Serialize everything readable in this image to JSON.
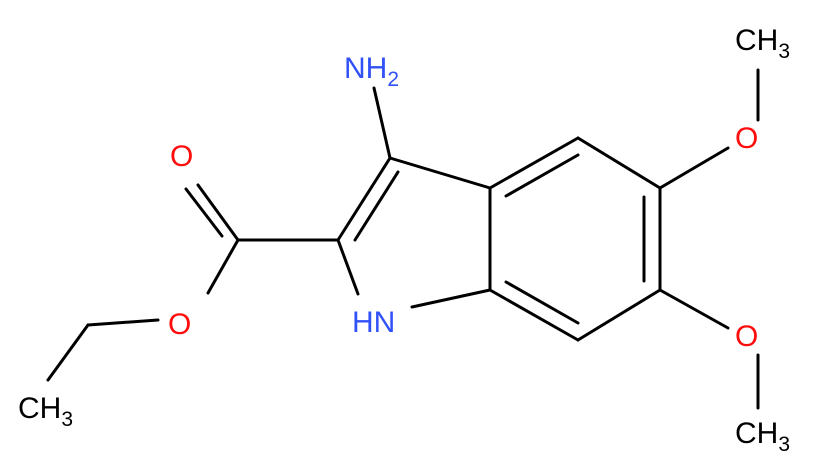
{
  "molecule": {
    "atoms": {
      "nh2": {
        "main": "NH",
        "sub": "2",
        "color": "#3050F8"
      },
      "nh": {
        "main": "HN",
        "color": "#3050F8"
      },
      "o_carbonyl": {
        "main": "O",
        "color": "#FF0D0D"
      },
      "o_ester": {
        "main": "O",
        "color": "#FF0D0D"
      },
      "ch3_ethyl": {
        "main": "CH",
        "sub": "3",
        "color": "#000000"
      },
      "o_methoxy_5": {
        "main": "O",
        "color": "#FF0D0D"
      },
      "ch3_methoxy_5": {
        "main": "CH",
        "sub": "3",
        "color": "#000000"
      },
      "o_methoxy_6": {
        "main": "O",
        "color": "#FF0D0D"
      },
      "ch3_methoxy_6": {
        "main": "CH",
        "sub": "3",
        "color": "#000000"
      }
    },
    "bond_color": "#000000"
  }
}
